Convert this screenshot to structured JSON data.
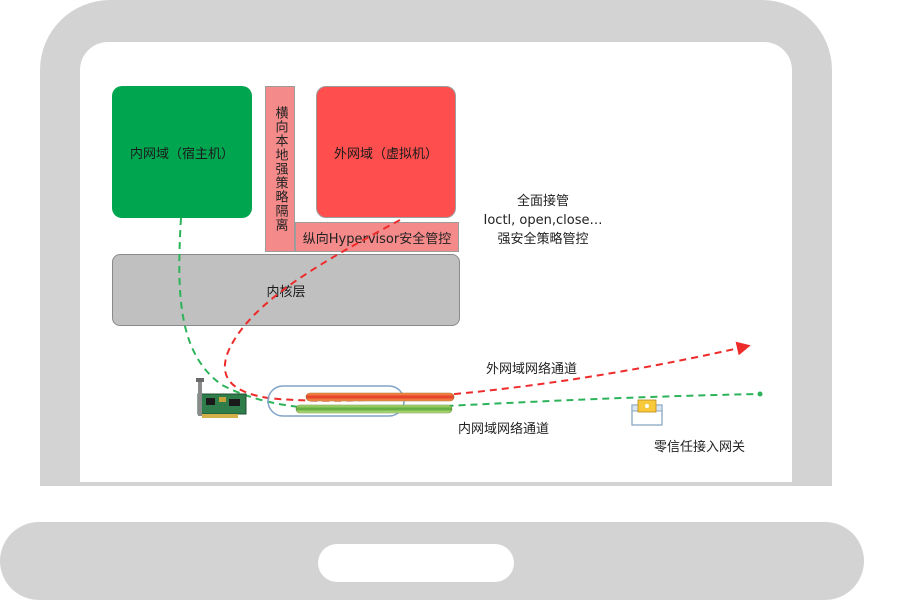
{
  "blocks": {
    "inner_domain": "内网域（宿主机）",
    "outer_domain": "外网域（虚拟机）",
    "kernel": "内核层",
    "horizontal_isolation": "横向本地强策略隔离",
    "vertical_control": "纵向Hypervisor安全管控"
  },
  "notes": {
    "line1": "全面接管",
    "line2": "Ioctl, open,close…",
    "line3": "强安全策略管控"
  },
  "channels": {
    "outer": "外网域网络通道",
    "inner": "内网域网络通道"
  },
  "gateway": "零信任接入网关",
  "colors": {
    "inner_green": "#00a550",
    "outer_red": "#ff4e4e",
    "isolation_pink": "#f58a8a",
    "kernel_gray": "#c0c0c0",
    "laptop_gray": "#d3d3d3"
  }
}
